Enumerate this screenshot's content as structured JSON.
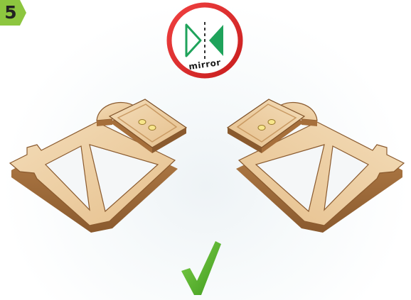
{
  "step": {
    "number": "5",
    "badge_color": "#8dc63f"
  },
  "mirror_symbol": {
    "label": "mirror",
    "ring_color": "#e02a2a",
    "triangle_color": "#1fa35b"
  },
  "parts": [
    {
      "name": "left-wooden-piece",
      "orientation": "original"
    },
    {
      "name": "right-wooden-piece",
      "orientation": "mirrored"
    }
  ],
  "status": {
    "icon": "check-icon",
    "color": "#5cb82e"
  }
}
